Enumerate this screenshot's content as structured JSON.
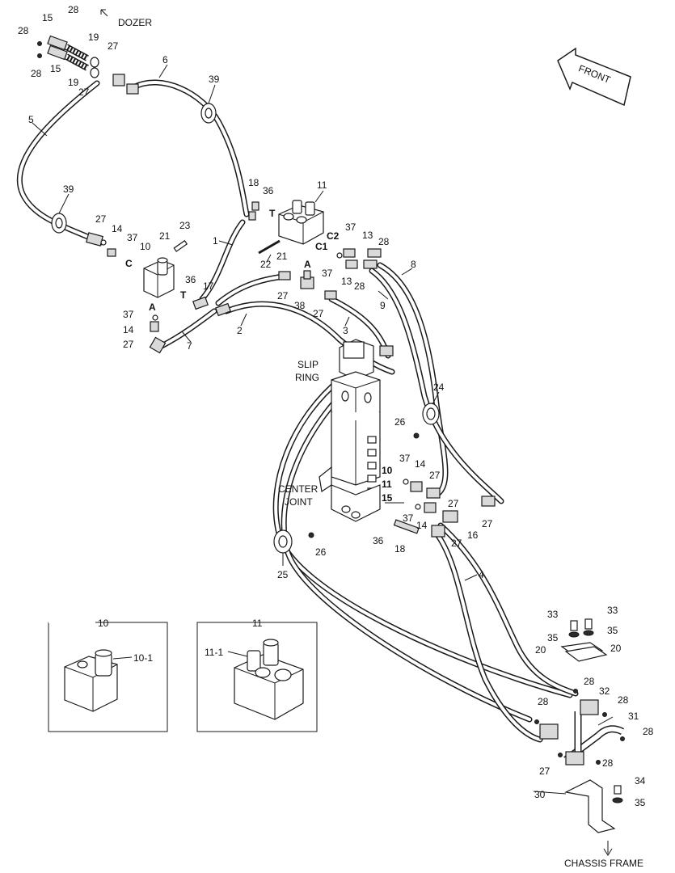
{
  "direction_labels": {
    "dozer": "DOZER",
    "front": "FRONT",
    "chassis_frame": "CHASSIS FRAME",
    "slip_ring_line1": "SLIP",
    "slip_ring_line2": "RING",
    "center_joint_line1": "CENTER",
    "center_joint_line2": "JOINT"
  },
  "port_labels": {
    "c_left": "C",
    "a_left": "A",
    "t_left": "T",
    "t_right": "T",
    "a_mid": "A",
    "c2": "C2",
    "c1": "C1"
  },
  "callouts": {
    "c15a": "15",
    "c28a": "28",
    "c28b": "28",
    "c28c": "28",
    "c15b": "15",
    "c19a": "19",
    "c27a": "27",
    "c19b": "19",
    "c27b": "27",
    "c6": "6",
    "c5": "5",
    "c39a": "39",
    "c39b": "39",
    "c18a": "18",
    "c36a": "36",
    "c11": "11",
    "c27c": "27",
    "c14a": "14",
    "c37a": "37",
    "c10": "10",
    "c21a": "21",
    "c23": "23",
    "c1": "1",
    "c21b": "21",
    "c22": "22",
    "c37b": "37",
    "c13a": "13",
    "c28d": "28",
    "c37c": "37",
    "c13b": "13",
    "c28e": "28",
    "c8": "8",
    "c36b": "36",
    "c17": "17",
    "c27d": "27",
    "c38": "38",
    "c27e": "27",
    "c9": "9",
    "c37d": "37",
    "c14b": "14",
    "c27f": "27",
    "c7": "7",
    "c2": "2",
    "c3": "3",
    "c24": "24",
    "c26a": "26",
    "c37e": "37",
    "c10b": "10",
    "c14c": "14",
    "c27g": "27",
    "c11b": "11",
    "c15c": "15",
    "c37f": "37",
    "c27h": "27",
    "c27i": "27",
    "c14d": "14",
    "c16": "16",
    "c27j": "27",
    "c36c": "36",
    "c18b": "18",
    "c26b": "26",
    "c25": "25",
    "c4": "4",
    "c33a": "33",
    "c33b": "33",
    "c35a": "35",
    "c35b": "35",
    "c20a": "20",
    "c20b": "20",
    "c28f": "28",
    "c32": "32",
    "c28g": "28",
    "c28h": "28",
    "c31": "31",
    "c28i": "28",
    "c27k": "27",
    "c28j": "28",
    "c30": "30",
    "c34": "34",
    "c35c": "35"
  },
  "detail_boxes": {
    "box10_title": "10",
    "box10_part": "10-1",
    "box11_title": "11",
    "box11_part": "11-1"
  }
}
